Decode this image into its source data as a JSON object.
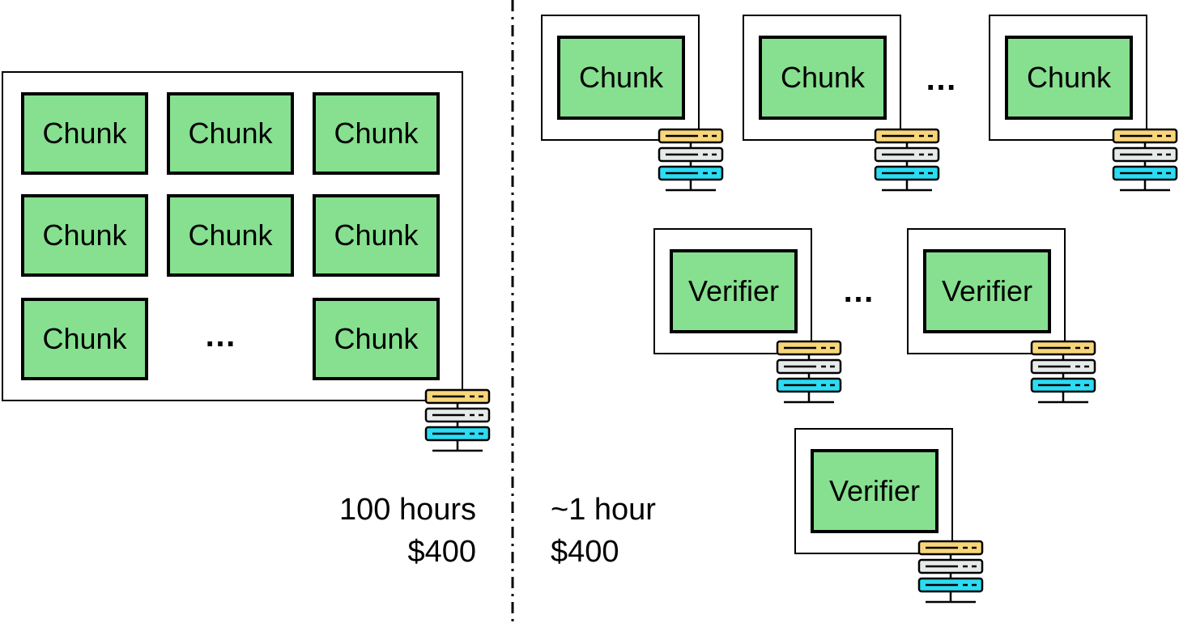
{
  "chunk_label": "Chunk",
  "verifier_label": "Verifier",
  "ellipsis": "…",
  "left": {
    "time": "100 hours",
    "cost": "$400"
  },
  "right": {
    "time": "~1 hour",
    "cost": "$400"
  },
  "icon": "server-icon",
  "colors": {
    "green": "#86e08f",
    "yellow": "#f7d67a",
    "gray": "#e6ebea",
    "cyan": "#2bdcf2",
    "outline": "#000000"
  }
}
